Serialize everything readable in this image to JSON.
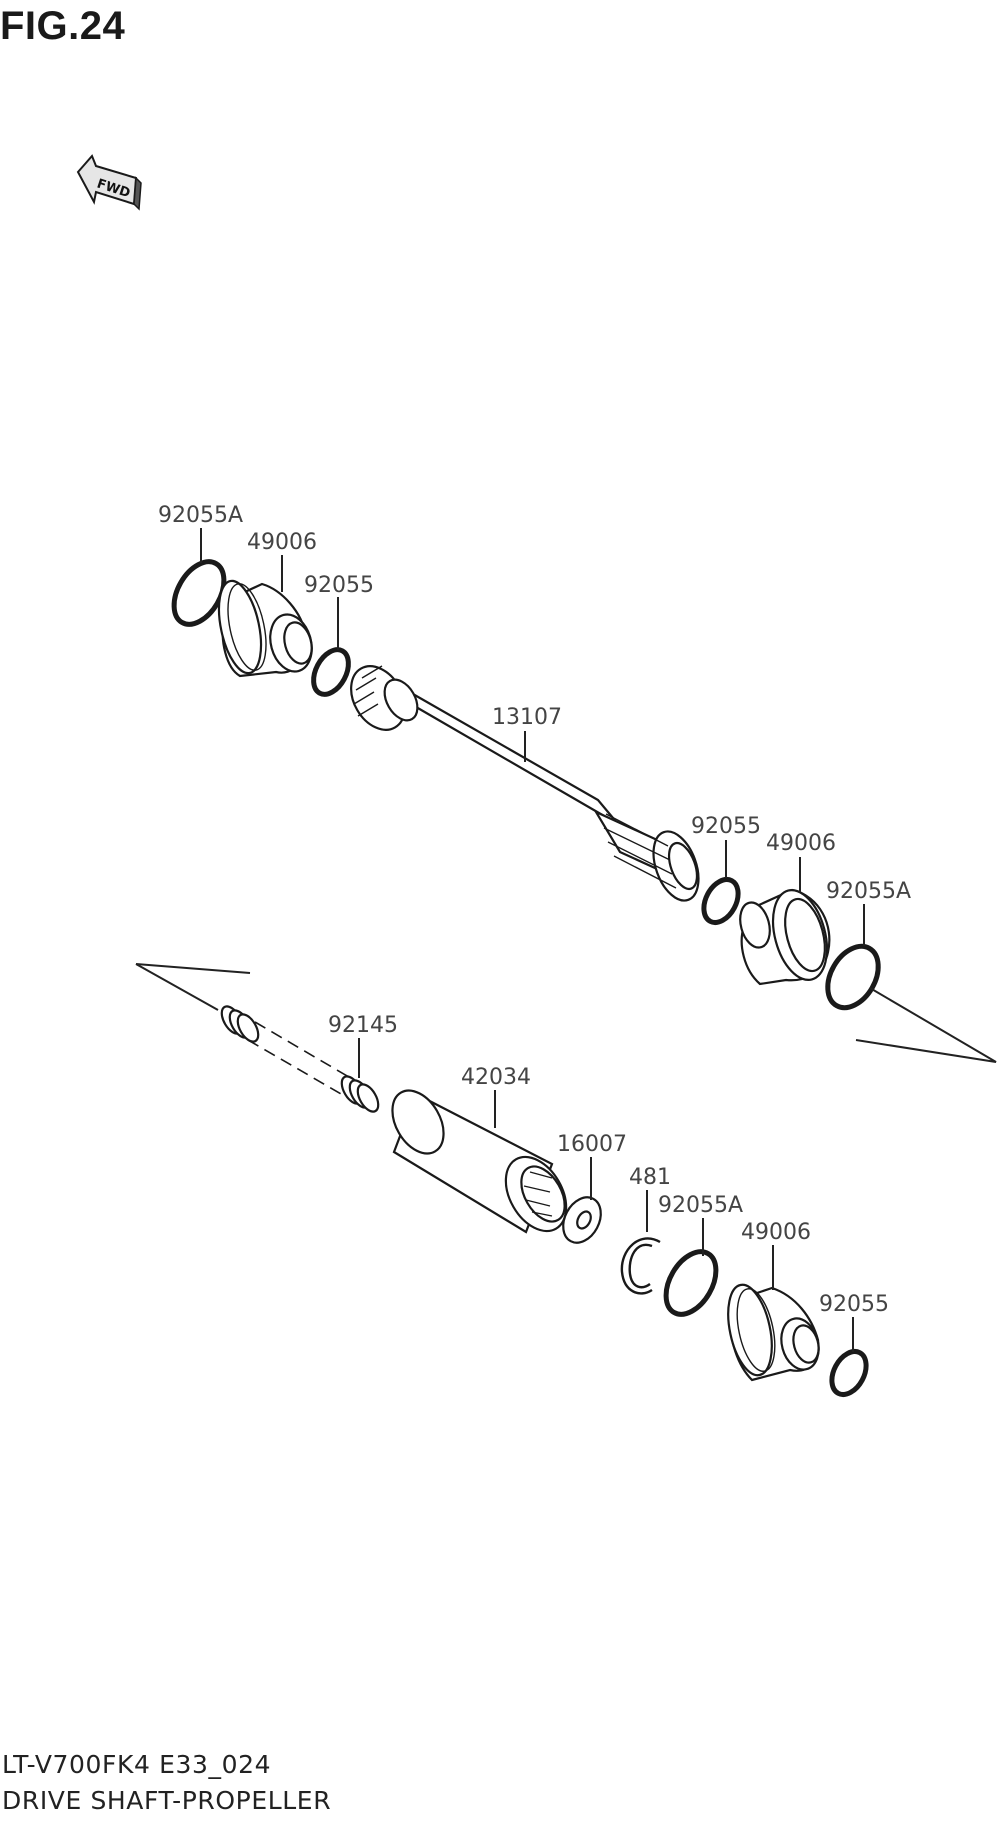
{
  "figure": {
    "title": "FIG.24",
    "model_code": "LT-V700FK4 E33_024",
    "section_name": "DRIVE SHAFT-PROPELLER",
    "direction_label": "FWD"
  },
  "parts": [
    {
      "id": "p1",
      "number": "92055A"
    },
    {
      "id": "p2",
      "number": "49006"
    },
    {
      "id": "p3",
      "number": "92055"
    },
    {
      "id": "p4",
      "number": "13107"
    },
    {
      "id": "p5",
      "number": "92055"
    },
    {
      "id": "p6",
      "number": "49006"
    },
    {
      "id": "p7",
      "number": "92055A"
    },
    {
      "id": "p8",
      "number": "92145"
    },
    {
      "id": "p9",
      "number": "42034"
    },
    {
      "id": "p10",
      "number": "16007"
    },
    {
      "id": "p11",
      "number": "481"
    },
    {
      "id": "p12",
      "number": "92055A"
    },
    {
      "id": "p13",
      "number": "49006"
    },
    {
      "id": "p14",
      "number": "92055"
    }
  ]
}
